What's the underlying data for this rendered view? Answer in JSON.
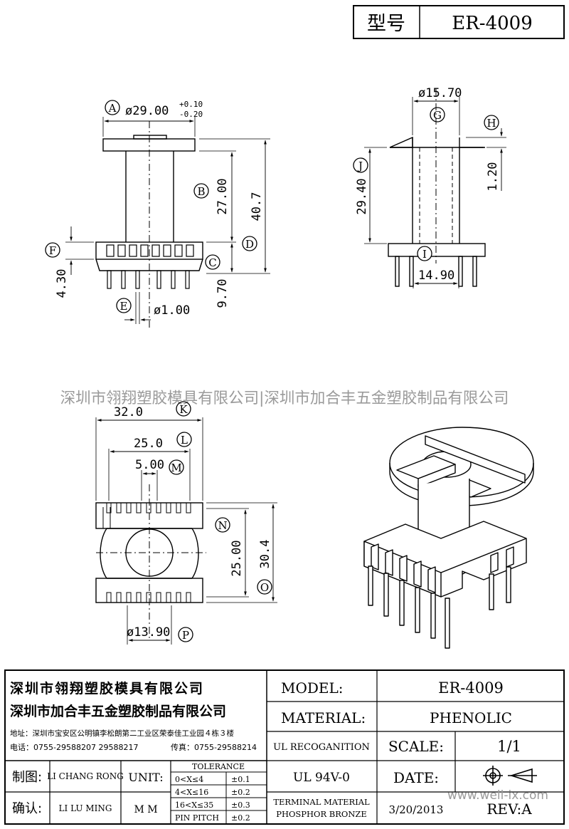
{
  "header": {
    "type_label": "型号",
    "model": "ER-4009"
  },
  "views": {
    "front": {
      "balloons": [
        "A",
        "B",
        "C",
        "D",
        "E",
        "F"
      ],
      "dims": {
        "a_main": "ø29.00",
        "a_tol_plus": "+0.10",
        "a_tol_minus": "-0.20",
        "b": "27.00",
        "d": "40.7",
        "f": "4.30",
        "c": "9.70",
        "e": "ø1.00"
      }
    },
    "side": {
      "balloons": [
        "G",
        "H",
        "I",
        "J"
      ],
      "dims": {
        "g": "ø15.70",
        "h": "1.20",
        "j": "29.40",
        "i": "14.90"
      }
    },
    "bottom": {
      "balloons": [
        "K",
        "L",
        "M",
        "N",
        "O",
        "P"
      ],
      "dims": {
        "k": "32.0",
        "l": "25.0",
        "m": "5.00",
        "n": "25.00",
        "o": "30.4",
        "p": "ø13.90"
      }
    }
  },
  "watermark_banner": "深圳市翎翔塑胶模具有限公司|深圳市加合丰五金塑胶制品有限公司",
  "title_block": {
    "company1": "深圳市翎翔塑胶模具有限公司",
    "company2": "深圳市加合丰五金塑胶制品有限公司",
    "address": "地址：深圳市宝安区公明镇李松朗第二工业区荣泰佳工业园４栋３楼",
    "phone": "电话：0755-29588207  29588217",
    "fax": "传真：0755-29588214",
    "model_label": "MODEL:",
    "model_value": "ER-4009",
    "material_label": "MATERIAL:",
    "material_value": "PHENOLIC",
    "ul_label": "UL RECOGANITION",
    "ul_value": "UL 94V-0",
    "scale_label": "SCALE:",
    "scale_value": "1/1",
    "date_label": "DATE:",
    "date_value": "3/20/2013",
    "terminal_line1": "TERMINAL MATERIAL",
    "terminal_line2": "PHOSPHOR  BRONZE",
    "rev_label": "REV:A",
    "drawn_label": "制图:",
    "drawn_by": "LI CHANG RONG",
    "checked_label": "确认:",
    "checked_by": "LI LU MING",
    "unit_label": "UNIT:",
    "unit_value": "M M",
    "tolerance_header": "TOLERANCE",
    "tolerances": [
      {
        "range": "0<X≤4",
        "value": "±0.1"
      },
      {
        "range": "4<X≤16",
        "value": "±0.2"
      },
      {
        "range": "16<X≤35",
        "value": "±0.3"
      },
      {
        "range": "PIN PITCH",
        "value": "±0.2"
      }
    ],
    "website": "www.well-ix.com"
  }
}
